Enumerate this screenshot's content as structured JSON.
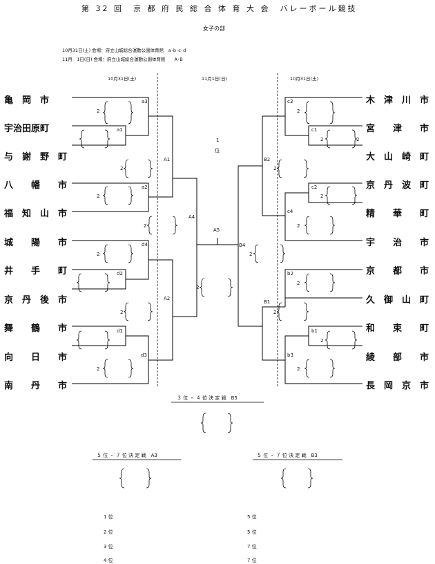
{
  "header": {
    "title": "第 32 回　京 都 府 民 総 合 体 育 大 会　バレーボール競技",
    "division": "女子の部",
    "venue_line1": "10月31日(土)  会場：府立山城総合運動公園体育館　a･b･c･d",
    "venue_line2": "11月　1日(日)  会場：府立山城総合運動公園体育館　　A･B"
  },
  "dates": {
    "left": "10月31日(土)",
    "center": "11月1日(日)",
    "right": "10月31日(土)"
  },
  "left_teams": [
    "亀　岡　市",
    "宇治田原町",
    "与　謝　野　町",
    "八　　幡　　市",
    "福　知　山　市",
    "城　　陽　　市",
    "井　　手　　町",
    "京　丹　後　市",
    "舞　　鶴　　市",
    "向　　日　　市",
    "南　　丹　　市"
  ],
  "right_teams": [
    "木　津　川　市",
    "宮　　津　　市",
    "大　山　崎　町",
    "京　丹　波　町",
    "精　　華　　町",
    "宇　　治　　市",
    "京　　都　　市",
    "久　御　山　町",
    "和　　束　　町",
    "綾　　部　　市",
    "長　岡　京　市"
  ],
  "match_labels": {
    "a1": "a1",
    "a2": "a2",
    "a3": "a3",
    "d1": "d1",
    "d2": "d2",
    "d3": "d3",
    "d4": "d4",
    "A1": "A1",
    "A2": "A2",
    "A4": "A4",
    "A5": "A5",
    "B1": "B1",
    "B2": "B2",
    "B4": "B4",
    "b1": "b1",
    "b2": "b2",
    "b3": "b3",
    "c1": "c1",
    "c2": "c2",
    "c3": "c3",
    "c4": "c4"
  },
  "set_count": "2",
  "champion": {
    "number": "1",
    "label": "位"
  },
  "third_place_title": "３ 位 ・ ４ 位 決 定 戦　B5",
  "fifth_place_titles": [
    "５ 位 ・ ７ 位 決 定 戦　A3",
    "５ 位 ・ ７ 位 決 定 戦　B3"
  ],
  "rankings_left": [
    "1 位",
    "2 位",
    "3 位",
    "4 位"
  ],
  "rankings_right": [
    "5 位",
    "5 位",
    "7 位",
    "7 位"
  ]
}
